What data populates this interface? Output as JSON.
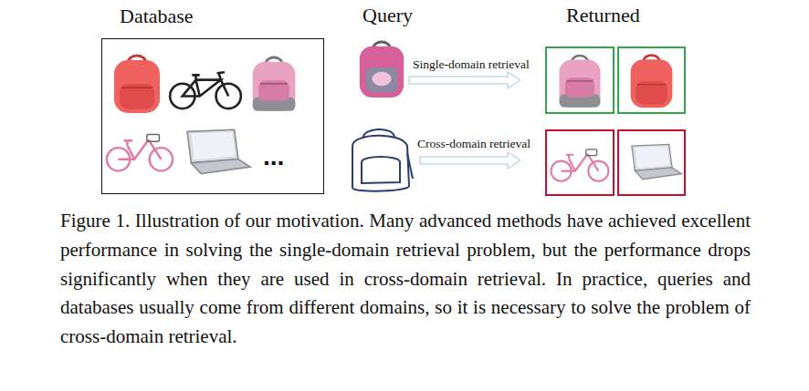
{
  "diagram": {
    "caption": "Figure 1. Illustration of our motivation. Many advanced methods have achieved excellent performance in solving the single-domain retrieval problem, but the performance drops significantly when they are used in cross-domain retrieval. In practice, queries and databases usually come from different domains, so it is necessary to solve the problem of cross-domain retrieval.",
    "nodes": [
      {
        "text": [
          "Database",
          "..."
        ]
      }
    ],
    "labels": [
      "Query",
      "Returned",
      "Single-domain retrieval",
      "Cross-domain retrieval"
    ]
  }
}
